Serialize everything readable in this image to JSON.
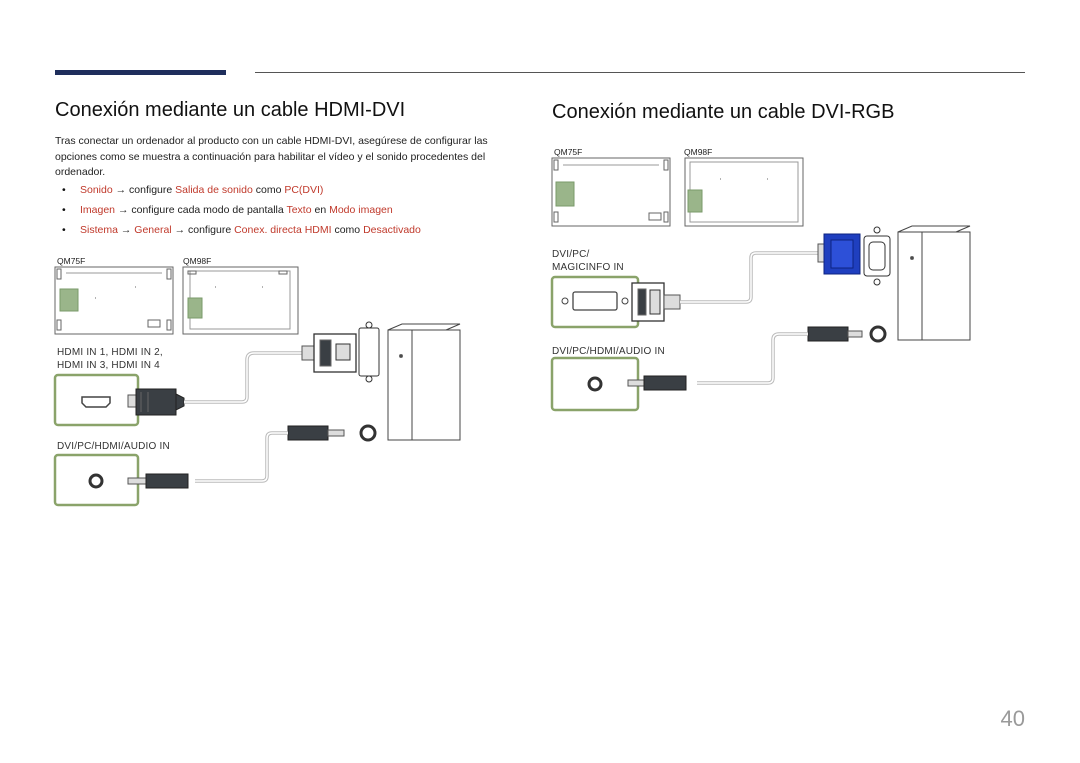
{
  "page_number": "40",
  "left": {
    "title": "Conexión mediante un cable HDMI-DVI",
    "intro": "Tras conectar un ordenador al producto con un cable HDMI-DVI, asegúrese de configurar las opciones como se muestra a continuación para habilitar el vídeo y el sonido procedentes del ordenador.",
    "steps": [
      {
        "a": "Sonido",
        "arrow": "→",
        "b": " configure ",
        "c": "Salida de sonido",
        "d": " como ",
        "e": "PC(DVI)"
      },
      {
        "a": "Imagen",
        "arrow": "→",
        "b": " configure cada modo de pantalla ",
        "c": "Texto",
        "d": " en ",
        "e": "Modo imagen"
      },
      {
        "a": "Sistema",
        "arrow": "→",
        "b": "General",
        "arrow2": "→",
        "c": " configure ",
        "d": "Conex. directa HDMI",
        "e": " como ",
        "f": "Desactivado"
      }
    ],
    "model_a": "QM75F",
    "model_b": "QM98F",
    "port1_line1": "HDMI IN 1, HDMI IN 2,",
    "port1_line2": "HDMI IN 3, HDMI IN 4",
    "port2": "DVI/PC/HDMI/AUDIO IN"
  },
  "right": {
    "title": "Conexión mediante un cable DVI-RGB",
    "model_a": "QM75F",
    "model_b": "QM98F",
    "port1_line1": "DVI/PC/",
    "port1_line2": "MAGICINFO IN",
    "port2": "DVI/PC/HDMI/AUDIO IN"
  },
  "colors": {
    "accent_rule": "#1f2e5c",
    "keyword": "#c0392b",
    "port_box": "#8aa36a",
    "vga_blue": "#1f3fbf"
  }
}
